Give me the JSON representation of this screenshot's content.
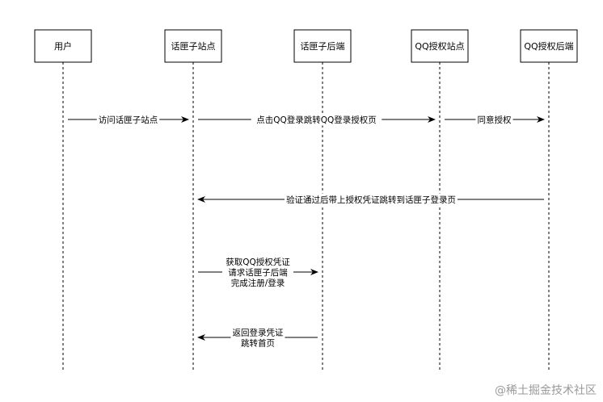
{
  "participants": [
    "用户",
    "话匣子站点",
    "话匣子后端",
    "QQ授权站点",
    "QQ授权后端"
  ],
  "messages": [
    {
      "from": 0,
      "to": 1,
      "lines": [
        "访问话匣子站点"
      ]
    },
    {
      "from": 1,
      "to": 3,
      "lines": [
        "点击QQ登录跳转QQ登录授权页"
      ]
    },
    {
      "from": 3,
      "to": 4,
      "lines": [
        "同意授权"
      ]
    },
    {
      "from": 4,
      "to": 1,
      "lines": [
        "验证通过后带上授权凭证跳转到话匣子登录页"
      ]
    },
    {
      "from": 1,
      "to": 2,
      "lines": [
        "获取QQ授权凭证",
        "请求话匣子后端",
        "完成注册/登录"
      ]
    },
    {
      "from": 2,
      "to": 1,
      "lines": [
        "返回登录凭证",
        "跳转首页"
      ]
    }
  ],
  "watermark": "@稀土掘金技术社区"
}
